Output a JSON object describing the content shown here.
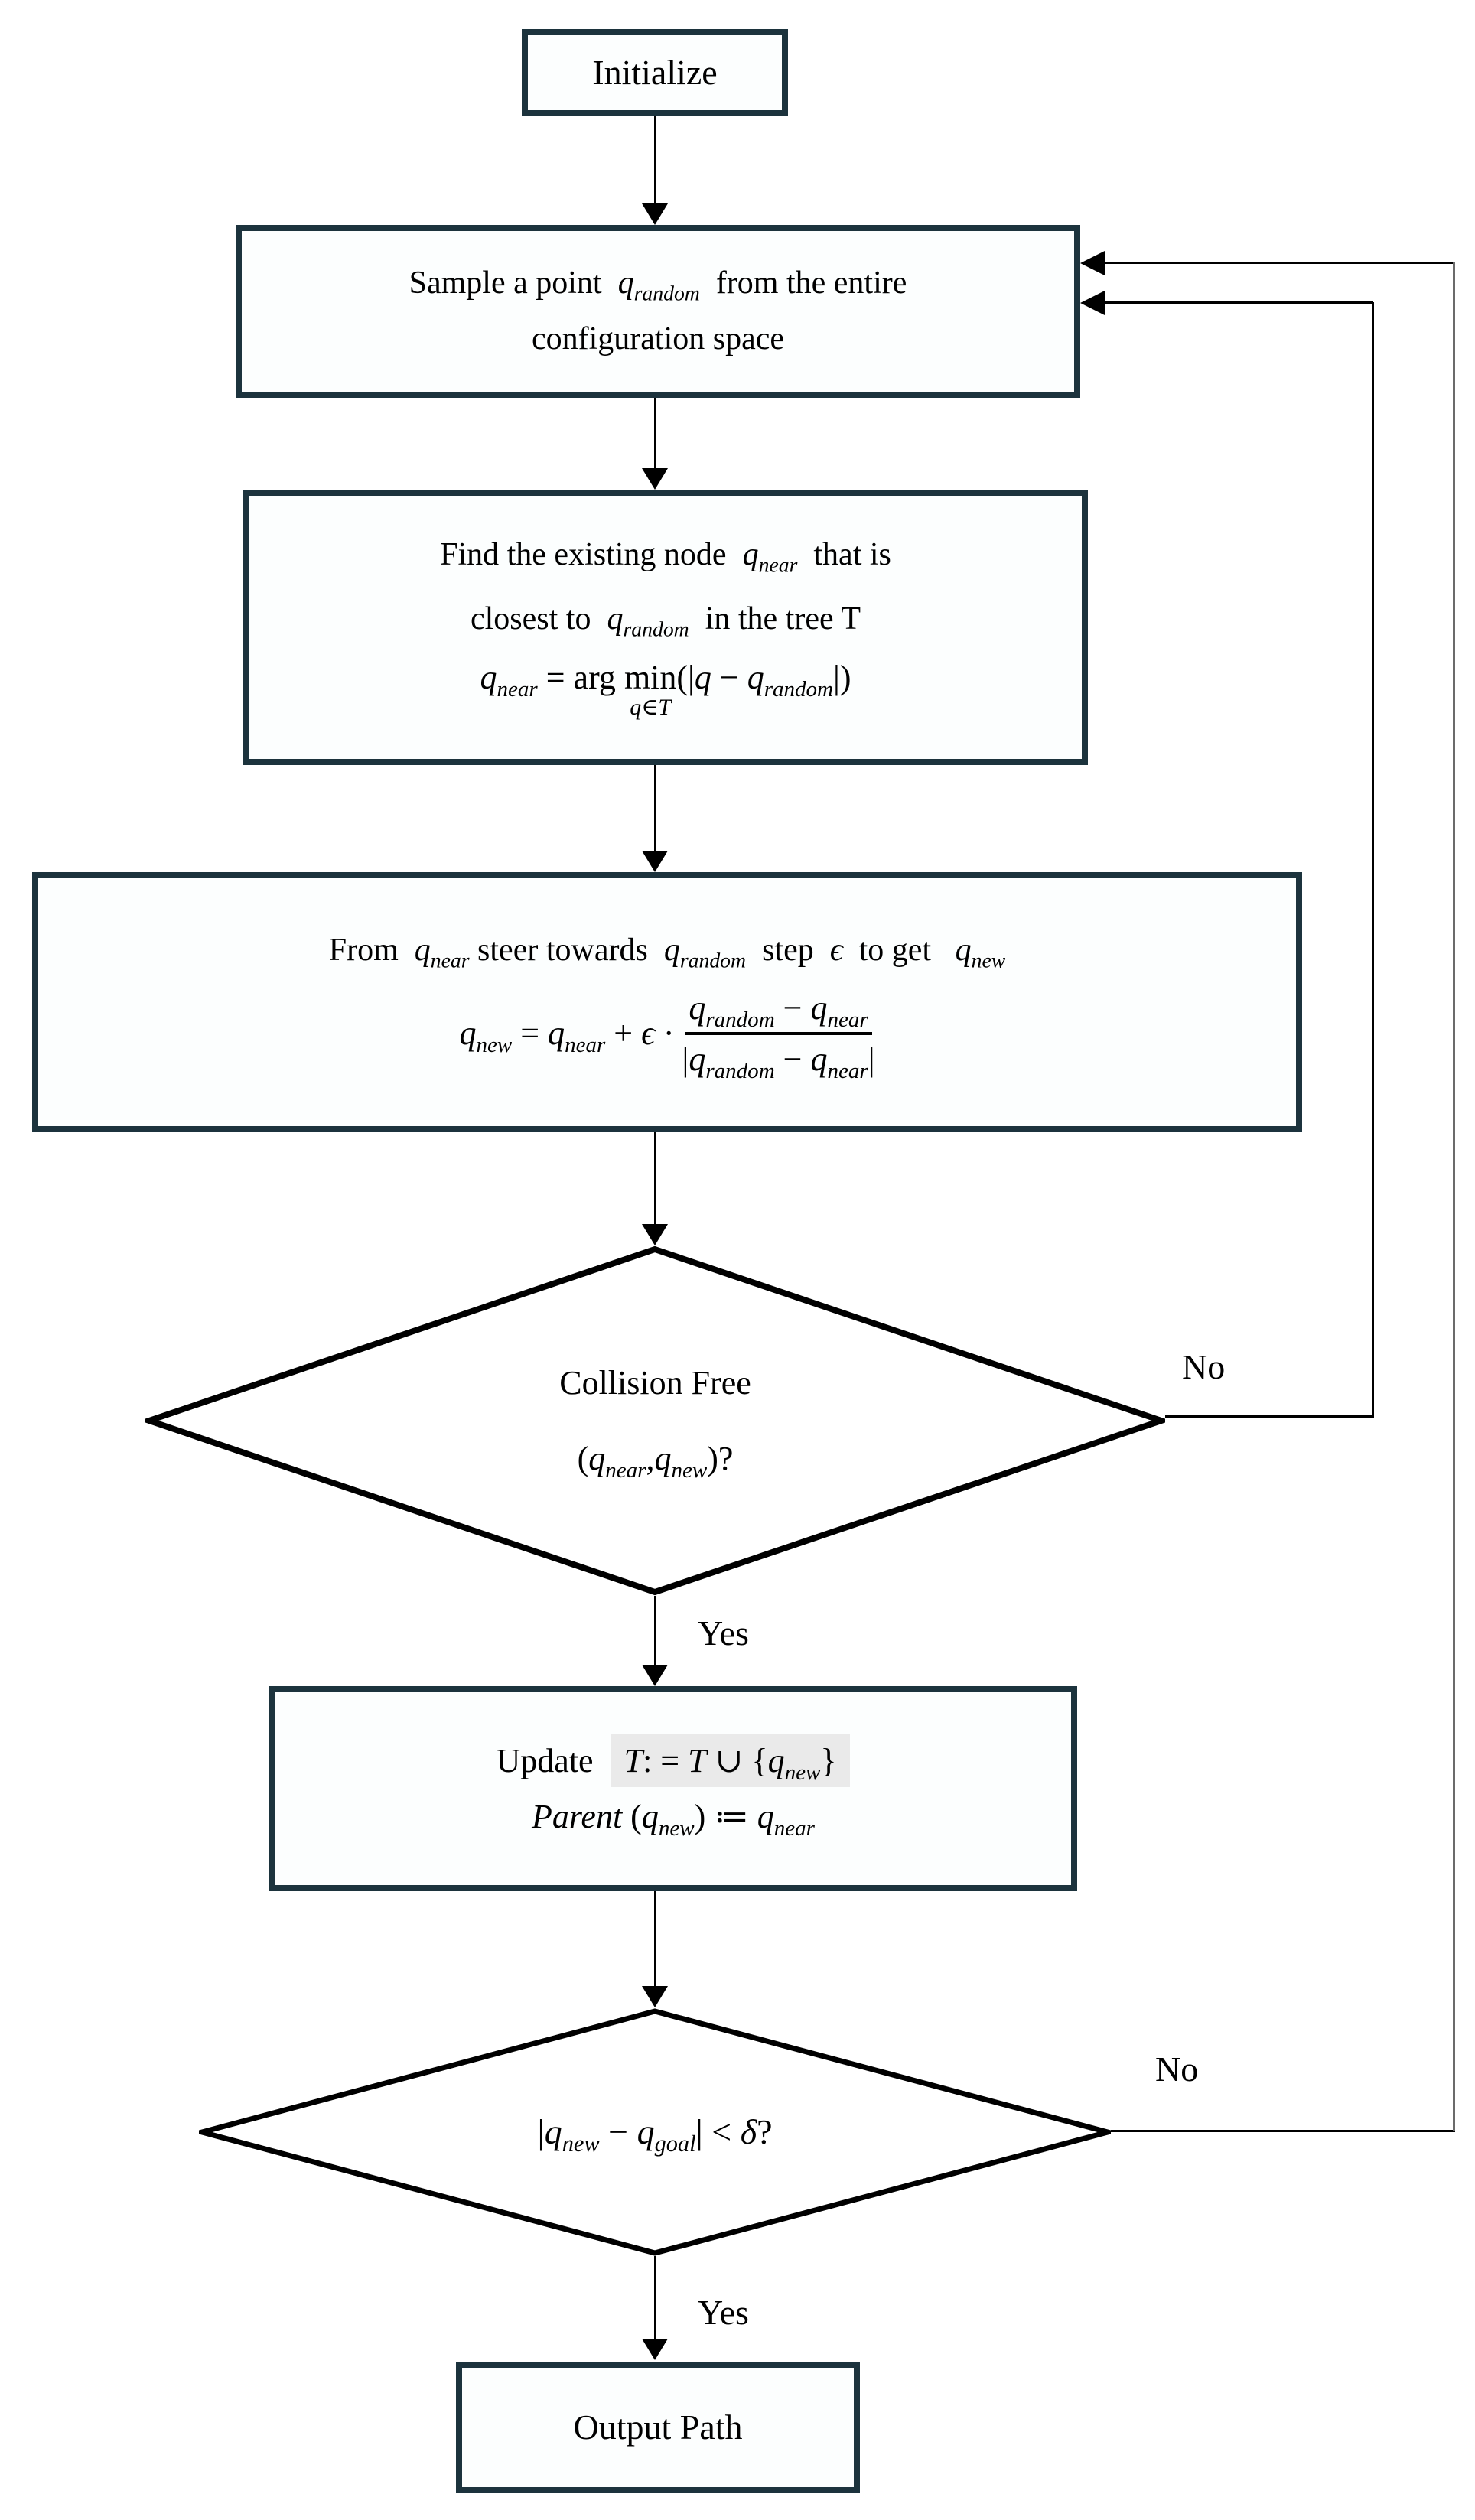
{
  "colors": {
    "box_border": "#1c333d",
    "box_fill": "#fcfefe",
    "line": "#000000",
    "outer_loop_line": "#6b6b6b",
    "highlight": "#eaeaea",
    "text": "#000000"
  },
  "nodes": {
    "initialize": {
      "label": "Initialize"
    },
    "sample": {
      "line1": "Sample a point  *q*_{random}  from the entire",
      "line2": "configuration space"
    },
    "find": {
      "line1": "Find the existing node  *q*_{near}  that is",
      "line2": "closest to  *q*_{random}  in the tree T",
      "formula_pre": "*q*_{near} = arg ",
      "formula_min": "min",
      "formula_under": "*q*∈*T*",
      "formula_post": "(|*q* − *q*_{random}|)"
    },
    "steer": {
      "line1": "From  *q*_{near} steer towards  *q*_{random}  step  *ϵ*  to get   *q*_{new}",
      "formula_lhs": "*q*_{new} = *q*_{near} + *ϵ* ·",
      "frac_num": "*q*_{random} − *q*_{near}",
      "frac_den": "|*q*_{random} − *q*_{near}|"
    },
    "collision": {
      "line1": "Collision Free",
      "line2": "(*q*_{near},*q*_{new})?"
    },
    "update": {
      "prefix": "Update  ",
      "highlight": "*T*: = *T* ∪ {*q*_{new}}",
      "line2": "*Parent* (*q*_{new}) ≔ *q*_{near}"
    },
    "goal": {
      "formula": "|*q*_{new} − *q*_{goal}| < *δ*?"
    },
    "output": {
      "label": "Output Path"
    }
  },
  "edges": {
    "collision_no": "No",
    "collision_yes": "Yes",
    "goal_no": "No",
    "goal_yes": "Yes"
  }
}
